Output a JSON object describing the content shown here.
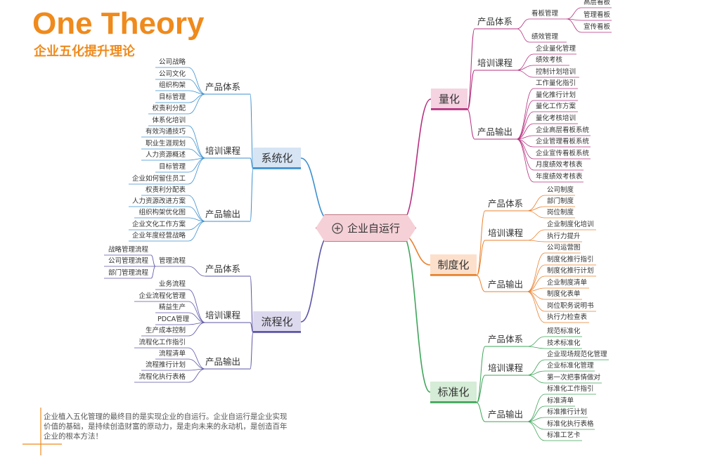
{
  "brand": {
    "title": "One Theory",
    "subtitle": "企业五化提升理论"
  },
  "center": {
    "label": "企业自运行"
  },
  "branches": [
    {
      "key": "lianghua",
      "label": "量化",
      "color": "#b5307f",
      "fill": "#f5d3e1",
      "groups": [
        {
          "label": "产品体系",
          "items": [
            "看板管理",
            "绩效管理"
          ],
          "sub": {
            "parent": "看板管理",
            "items": [
              "高层看板",
              "管理看板",
              "宣传看板"
            ]
          }
        },
        {
          "label": "培训课程",
          "items": [
            "企业量化管理",
            "绩效考核",
            "控制计划培训"
          ]
        },
        {
          "label": "产品输出",
          "items": [
            "工作量化指引",
            "量化推行计划",
            "量化工作方案",
            "量化考核培训",
            "企业高层看板系统",
            "企业管理看板系统",
            "企业宣传看板系统",
            "月度绩效考核表",
            "年度绩效考核表"
          ]
        }
      ]
    },
    {
      "key": "zhiduhua",
      "label": "制度化",
      "color": "#e9822f",
      "fill": "#fde0cb",
      "groups": [
        {
          "label": "产品体系",
          "items": [
            "公司制度",
            "部门制度",
            "岗位制度"
          ]
        },
        {
          "label": "培训课程",
          "items": [
            "企业制度化培训",
            "执行力提升"
          ]
        },
        {
          "label": "产品输出",
          "items": [
            "公司运营图",
            "制度化推行指引",
            "制度化推行计划",
            "企业制度清单",
            "制度化表单",
            "岗位职务说明书",
            "执行力检查表"
          ]
        }
      ]
    },
    {
      "key": "biaozhunhua",
      "label": "标准化",
      "color": "#3fa55a",
      "fill": "#d5ecd6",
      "groups": [
        {
          "label": "产品体系",
          "items": [
            "规范标准化",
            "技术标准化"
          ]
        },
        {
          "label": "培训课程",
          "items": [
            "企业现场规范化管理",
            "企业标准化管理",
            "第一次把事情做对"
          ]
        },
        {
          "label": "产品输出",
          "items": [
            "标准化工作指引",
            "标准清单",
            "标准推行计划",
            "标准化执行表格",
            "标准工艺卡"
          ]
        }
      ]
    },
    {
      "key": "xitonghua",
      "label": "系统化",
      "color": "#3b8fcf",
      "fill": "#d6e4f4",
      "groups": [
        {
          "label": "产品体系",
          "items": [
            "公司战略",
            "公司文化",
            "组织构架",
            "目标管理",
            "权责利分配"
          ]
        },
        {
          "label": "培训课程",
          "items": [
            "体系化培训",
            "有效沟通技巧",
            "职业生涯规划",
            "人力资源概述",
            "目标管理",
            "企业如何留住员工"
          ]
        },
        {
          "label": "产品输出",
          "items": [
            "权责利分配表",
            "人力资源改进方案",
            "组织构架优化图",
            "企业文化工作方案",
            "企业年度经营战略"
          ]
        }
      ]
    },
    {
      "key": "liuchenghua",
      "label": "流程化",
      "color": "#5b55a6",
      "fill": "#dcd9ee",
      "groups": [
        {
          "label": "产品体系",
          "items": [
            "管理流程"
          ],
          "sub": {
            "parent": "管理流程",
            "items": [
              "战略管理流程",
              "公司管理流程",
              "部门管理流程"
            ]
          }
        },
        {
          "label": "培训课程",
          "items": [
            "业务流程",
            "企业流程化管理",
            "精益生产",
            "PDCA管理",
            "生产成本控制"
          ]
        },
        {
          "label": "产品输出",
          "items": [
            "流程化工作指引",
            "流程清单",
            "流程推行计划",
            "流程化执行表格"
          ]
        }
      ]
    }
  ],
  "note": {
    "lines": [
      "企业植入五化管理的最终目的是实现企业的自运行。企业自运行是企业实现",
      "价值的基础，是持续创造财富的原动力，是走向未来的永动机，是创造百年",
      "企业的根本方法！"
    ]
  },
  "colors": {
    "accent": "#ef8a1c",
    "center_fill": "#f5d0d7",
    "center_border": "#c27582"
  }
}
